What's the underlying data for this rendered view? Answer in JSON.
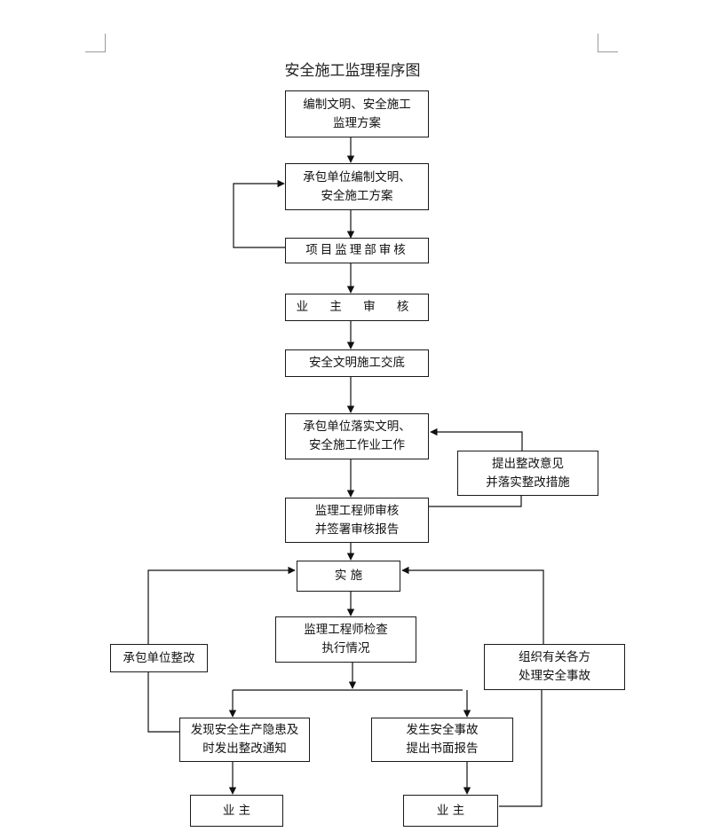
{
  "title": "安全施工监理程序图",
  "nodes": {
    "n1": "编制文明、安全施工\n监理方案",
    "n2": "承包单位编制文明、\n安全施工方案",
    "n3": "项目监理部审核",
    "n4": "业 主 审 核",
    "n5": "安全文明施工交底",
    "n6": "承包单位落实文明、\n安全施工作业工作",
    "n7": "提出整改意见\n并落实整改措施",
    "n8": "监理工程师审核\n并签署审核报告",
    "n9": "实    施",
    "n10": "监理工程师检查\n执行情况",
    "n11": "承包单位整改",
    "n12": "组织有关各方\n处理安全事故",
    "n13": "发现安全生产隐患及\n时发出整改通知",
    "n14": "发生安全事故\n提出书面报告",
    "n15": "业  主",
    "n16": "业  主"
  }
}
